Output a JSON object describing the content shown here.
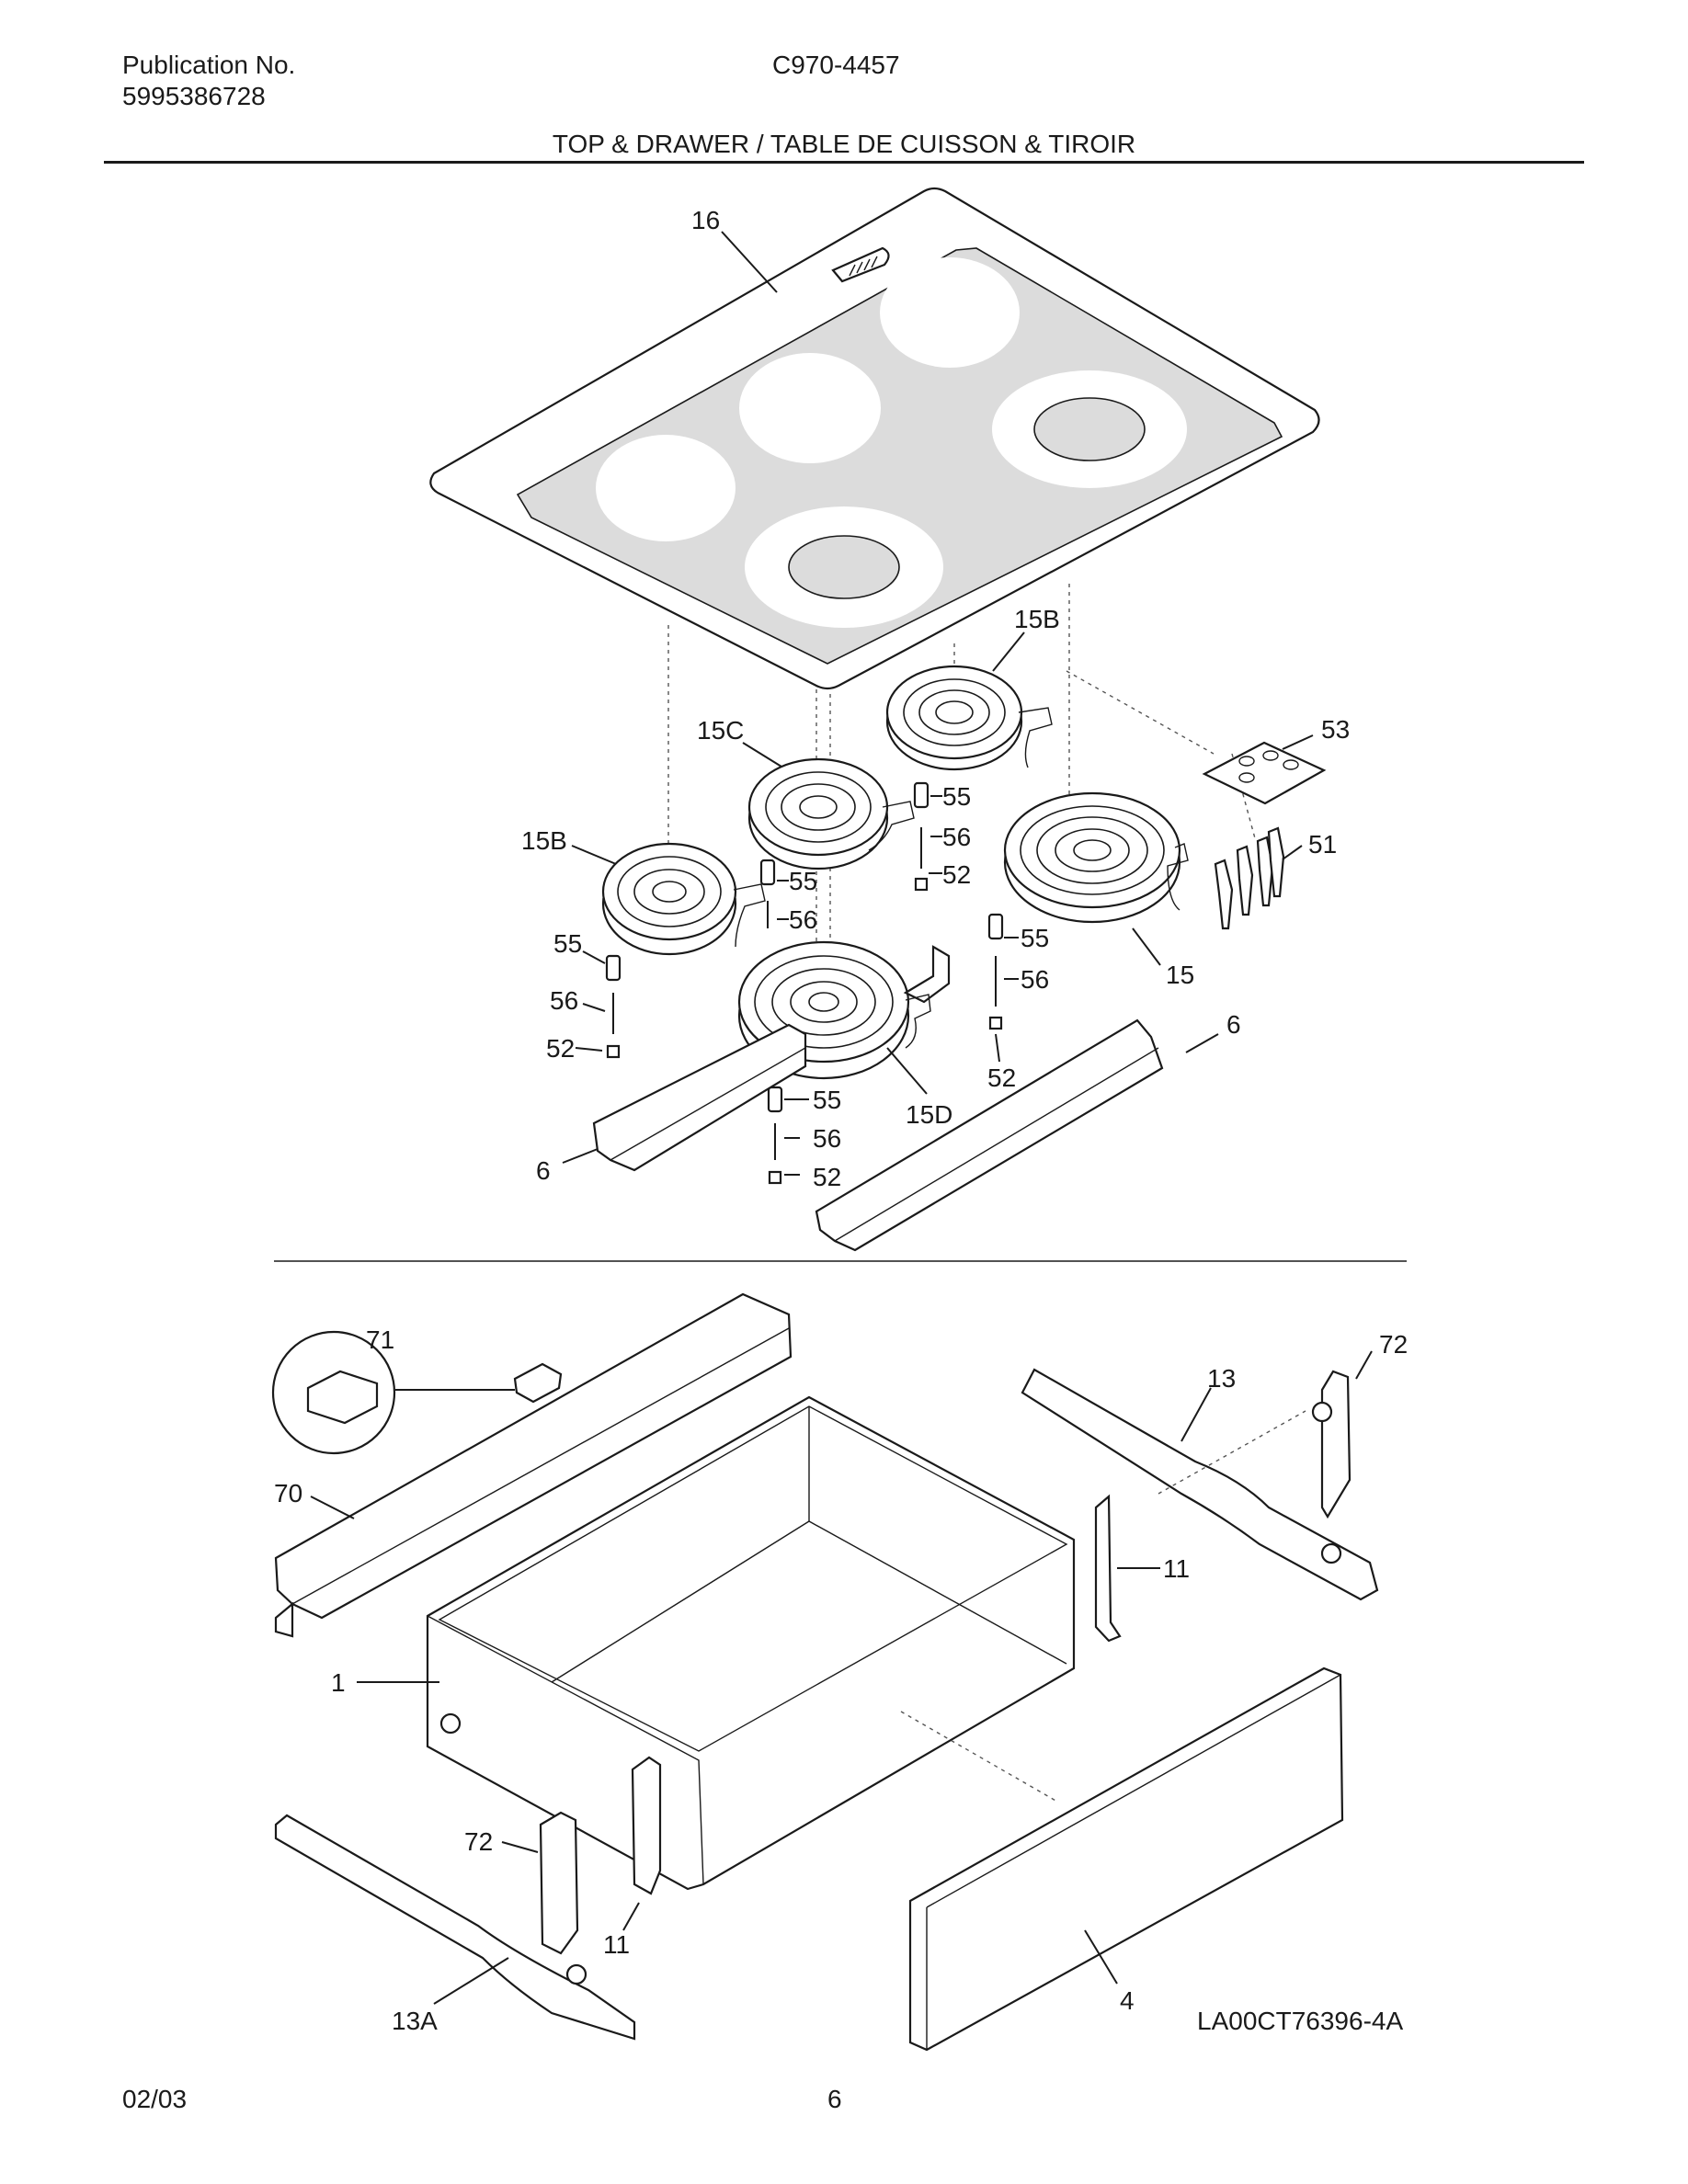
{
  "header": {
    "publication_label": "Publication No.",
    "publication_number": "5995386728",
    "model": "C970-4457",
    "section_title": "TOP & DRAWER / TABLE DE CUISSON & TIROIR"
  },
  "footer": {
    "date": "02/03",
    "page": "6"
  },
  "diagram": {
    "drawing_code": "LA00CT76396-4A",
    "callouts": {
      "c16": "16",
      "c15b_top": "15B",
      "c15c": "15C",
      "c53": "53",
      "c15b_left": "15B",
      "c55_a": "55",
      "c56_a": "56",
      "c52_a": "52",
      "c51": "51",
      "c55_b": "55",
      "c56_b": "56",
      "c55_c": "55",
      "c56_c": "56",
      "c52_c": "52",
      "c55_d": "55",
      "c56_d": "56",
      "c15": "15",
      "c6_right": "6",
      "c52_d": "52",
      "c55_e": "55",
      "c15d": "15D",
      "c56_e": "56",
      "c6_left": "6",
      "c52_e": "52",
      "c71": "71",
      "c72_top": "72",
      "c13": "13",
      "c70": "70",
      "c11_right": "11",
      "c1": "1",
      "c72_bottom": "72",
      "c11_bottom": "11",
      "c13a": "13A",
      "c4": "4"
    }
  }
}
